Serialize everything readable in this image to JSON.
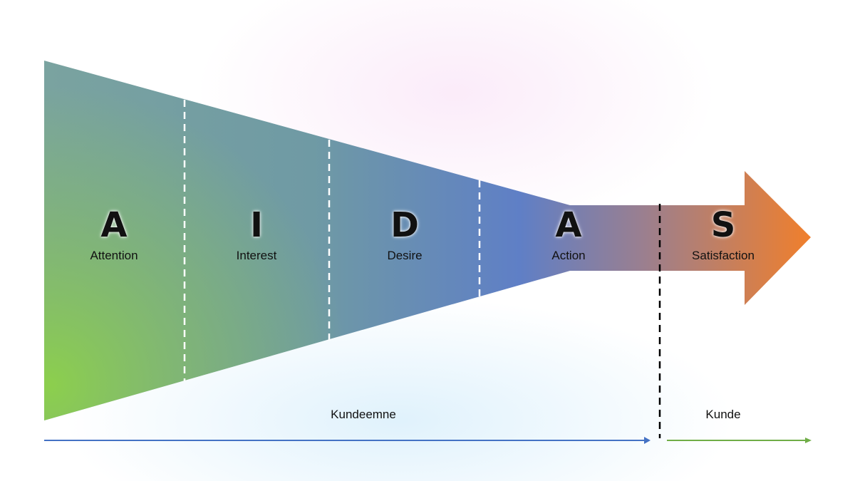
{
  "stages": [
    {
      "letter": "A",
      "name": "Attention"
    },
    {
      "letter": "I",
      "name": "Interest"
    },
    {
      "letter": "D",
      "name": "Desire"
    },
    {
      "letter": "A",
      "name": "Action"
    },
    {
      "letter": "S",
      "name": "Satisfaction"
    }
  ],
  "segments": {
    "prospect_label": "Kundeemne",
    "customer_label": "Kunde"
  },
  "colors": {
    "funnel_start": "#8ccf4d",
    "funnel_mid": "#6d96b0",
    "funnel_blue": "#5b7dc8",
    "arrow_orange": "#f07f2c",
    "prospect_line": "#4472c4",
    "customer_line": "#70ad47",
    "divider_white": "#ffffff",
    "divider_black": "#000000"
  }
}
